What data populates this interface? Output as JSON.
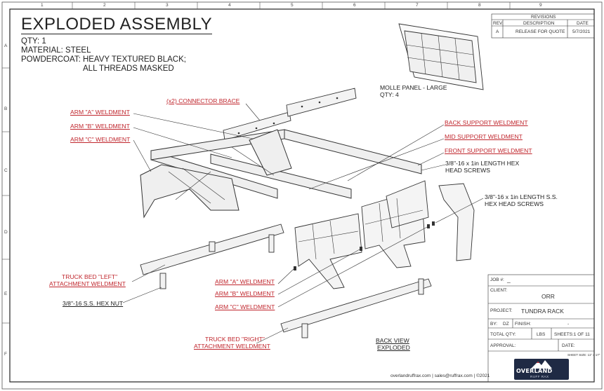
{
  "drawing": {
    "title": "EXPLODED ASSEMBLY",
    "notes": [
      "QTY: 1",
      "MATERIAL: STEEL",
      "POWDERCOAT: HEAVY TEXTURED BLACK;",
      "ALL THREADS MASKED"
    ],
    "view_label_line1": "BACK VIEW",
    "view_label_line2": "EXPLODED",
    "footer": "overlandruffrax.com | sales@ruffrax.com | ©2021"
  },
  "grid": {
    "columns": [
      "1",
      "2",
      "3",
      "4",
      "5",
      "6",
      "7",
      "8",
      "9"
    ],
    "rows": [
      "A",
      "B",
      "C",
      "D",
      "E",
      "F"
    ]
  },
  "callouts": {
    "molle_line1": "MOLLE PANEL - LARGE",
    "molle_line2": "QTY: 4",
    "connector_brace": "(x2) CONNECTOR BRACE",
    "arm_a_top": "ARM \"A\" WELDMENT",
    "arm_b_top": "ARM \"B\" WELDMENT",
    "arm_c_top": "ARM \"C\" WELDMENT",
    "back_support": "BACK SUPPORT WELDMENT",
    "mid_support": "MID SUPPORT WELDMENT",
    "front_support": "FRONT SUPPORT WELDMENT",
    "hex_screws_line1": "3/8\"-16 x 1in LENGTH HEX",
    "hex_screws_line2": "HEAD SCREWS",
    "ss_screws_line1": "3/8\"-16 x 1in LENGTH S.S.",
    "ss_screws_line2": "HEX HEAD SCREWS",
    "left_bed_line1": "TRUCK BED \"LEFT\"",
    "left_bed_line2": "ATTACHMENT WELDMENT",
    "hex_nut": "3/8\"-16 S.S. HEX NUT",
    "arm_a_bottom": "ARM \"A\" WELDMENT",
    "arm_b_bottom": "ARM \"B\" WELDMENT",
    "arm_c_bottom": "ARM \"C\" WELDMENT",
    "right_bed_line1": "TRUCK BED \"RIGHT\"",
    "right_bed_line2": "ATTACHMENT WELDMENT"
  },
  "revisions": {
    "header": "REVISIONS",
    "columns": [
      "REV.",
      "DESCRIPTION",
      "DATE"
    ],
    "rows": [
      {
        "rev": "A",
        "description": "RELEASE FOR QUOTE",
        "date": "5/7/2021"
      }
    ]
  },
  "title_block": {
    "job_label": "JOB #:",
    "job_value": "_",
    "client_label": "CLIENT:",
    "client_value": "ORR",
    "project_label": "PROJECT:",
    "project_value": "TUNDRA RACK",
    "by_label": "BY:",
    "by_value": "DZ",
    "finish_label": "FINISH:",
    "finish_value": "-",
    "total_qty_label": "TOTAL QTY:",
    "units_value": "LBS",
    "sheets_value": "SHEETS:1 OF 11",
    "approval_label": "APPROVAL:",
    "date_label": "DATE:",
    "sheet_size": "SHEET SIZE: 11\" x 17\"",
    "logo_text": "OVERLAND",
    "logo_sub": "RUFF RAX"
  },
  "colors": {
    "line": "#333333",
    "callout_red": "#c0262d",
    "logo_bg": "#1f2a44"
  }
}
